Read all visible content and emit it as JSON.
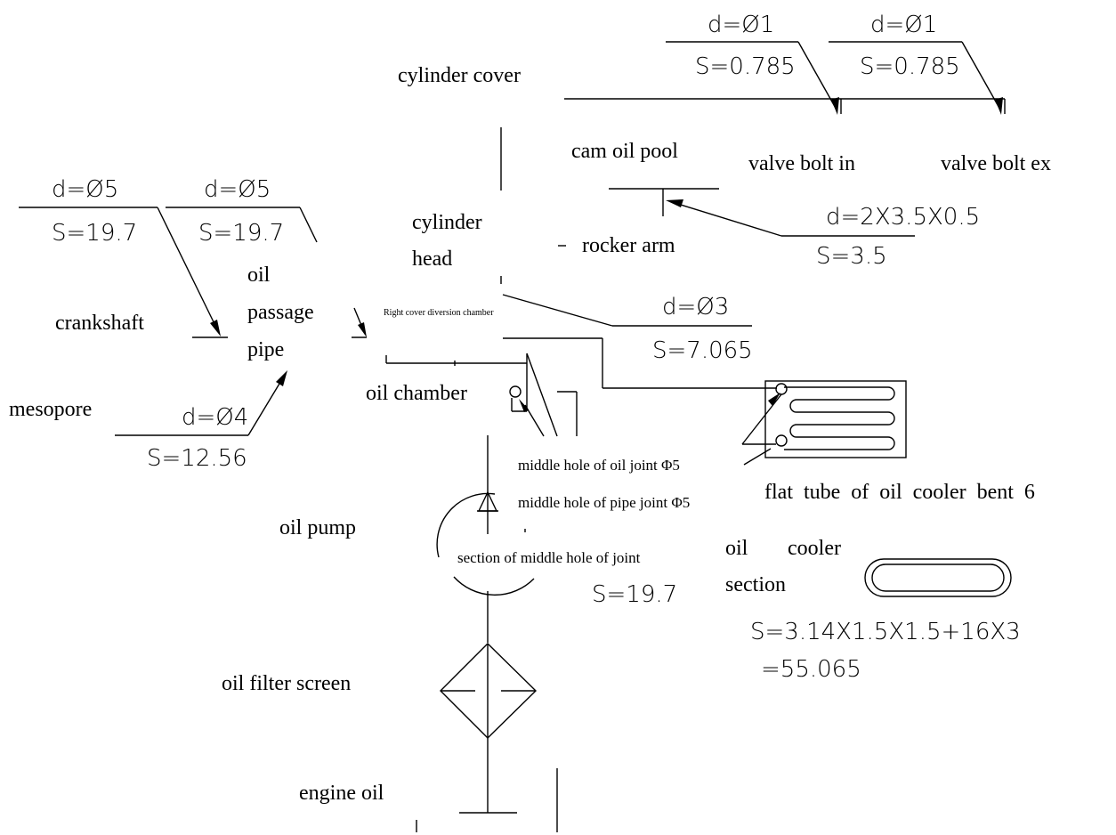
{
  "labels": {
    "cylinder_cover": "cylinder cover",
    "cam_oil_pool": "cam oil pool",
    "valve_bolt_in": "valve bolt in",
    "valve_bolt_ex": "valve bolt ex",
    "cylinder": "cylinder",
    "head": "head",
    "rocker_arm": "rocker arm",
    "oil": "oil",
    "passage": "passage",
    "pipe": "pipe",
    "crankshaft": "crankshaft",
    "right_cover_chamber": "Right cover diversion chamber",
    "oil_chamber": "oil chamber",
    "mesopore": "mesopore",
    "middle_hole_oil_joint": "middle hole of oil joint Φ5",
    "middle_hole_pipe_joint": "middle hole of pipe joint Φ5",
    "flat_tube": "flat tube of oil cooler bent 6",
    "oil_pump": "oil pump",
    "section_middle_hole": "section of middle hole of joint",
    "oil_cooler_1": "oil",
    "oil_cooler_2": "cooler",
    "oil_cooler_section": "section",
    "oil_filter_screen": "oil filter screen",
    "engine_oil": "engine oil"
  },
  "dims": {
    "valve_in_d": "d=Ø1",
    "valve_in_s": "S=0.785",
    "valve_ex_d": "d=Ø1",
    "valve_ex_s": "S=0.785",
    "crank_d": "d=Ø5",
    "crank_s": "S=19.7",
    "passage_d": "d=Ø5",
    "passage_s": "S=19.7",
    "rocker_d": "d=2X3.5X0.5",
    "rocker_s": "S=3.5",
    "chamber_d": "d=Ø3",
    "chamber_s": "S=7.065",
    "mesopore_d": "d=Ø4",
    "mesopore_s": "S=12.56",
    "joint_s": "S=19.7",
    "cooler_formula": "S=3.14X1.5X1.5+16X3",
    "cooler_result": "=55.065"
  }
}
